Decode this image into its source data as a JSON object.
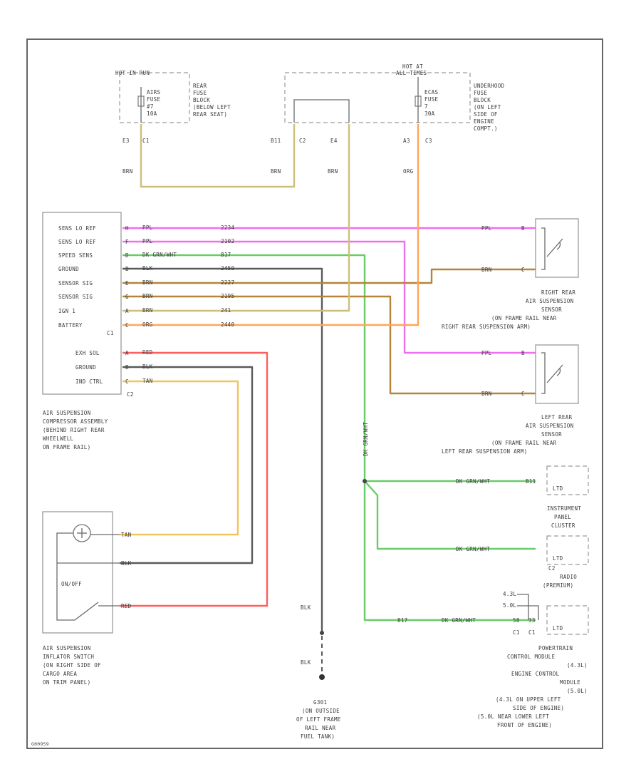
{
  "colors": {
    "ppl": "#f06ef0",
    "brn": "#b5833a",
    "org": "#ffa65a",
    "dkgrnwht": "#68cc68",
    "blk": "#5a5a5a",
    "red": "#ff5e5e",
    "tan": "#f2c45e",
    "yel": "#cdbf7a"
  },
  "fuse_rear": {
    "header": "HOT IN RUN",
    "fuse": [
      "AIRS",
      "FUSE",
      "#7",
      "10A"
    ],
    "location": [
      "REAR",
      "FUSE",
      "BLOCK",
      "(BELOW LEFT",
      "REAR SEAT)"
    ],
    "pins": [
      "E3",
      "C1"
    ]
  },
  "fuse_under": {
    "header": [
      "HOT AT",
      "ALL TIMES"
    ],
    "fuse": [
      "ECAS",
      "FUSE",
      "7",
      "30A"
    ],
    "location": [
      "UNDERHOOD",
      "FUSE",
      "BLOCK",
      "(ON LEFT",
      "SIDE OF",
      "ENGINE",
      "COMPT.)"
    ],
    "pins_left": [
      "B11",
      "C2"
    ],
    "pin_mid": "E4",
    "pins_right": [
      "A3",
      "C3"
    ]
  },
  "wire_labels_top": [
    "BRN",
    "BRN",
    "BRN",
    "ORG"
  ],
  "compressor": {
    "rows": [
      "SENS LO REF",
      "SENS LO REF",
      "SPEED SENS",
      "GROUND",
      "SENSOR SIG",
      "SENSOR SIG",
      "IGN 1",
      "BATTERY"
    ],
    "rows2": [
      "EXH SOL",
      "GROUND",
      "IND CTRL"
    ],
    "conn1": "C1",
    "conn2": "C2",
    "pins1": [
      "H",
      "F",
      "D",
      "B",
      "E",
      "G",
      "A",
      "C"
    ],
    "pins2": [
      "A",
      "B",
      "C"
    ],
    "colors1": [
      "PPL",
      "PPL",
      "DK GRN/WHT",
      "BLK",
      "BRN",
      "BRN",
      "BRN",
      "ORG"
    ],
    "circuits1": [
      "2234",
      "2102",
      "817",
      "2450",
      "2227",
      "2195",
      "241",
      "2440"
    ],
    "colors2": [
      "RED",
      "BLK",
      "TAN"
    ],
    "label": [
      "AIR SUSPENSION",
      "COMPRESSOR ASSEMBLY",
      "(BEHIND RIGHT REAR",
      "WHEELWELL",
      "ON FRAME RAIL)"
    ]
  },
  "right_sensor": {
    "wires": [
      "PPL",
      "BRN"
    ],
    "pins": [
      "B",
      "C"
    ],
    "label": [
      "RIGHT REAR",
      "AIR SUSPENSION",
      "SENSOR",
      "(ON FRAME RAIL NEAR",
      "RIGHT REAR SUSPENSION ARM)"
    ]
  },
  "left_sensor": {
    "wires": [
      "PPL",
      "BRN"
    ],
    "pins": [
      "B",
      "C"
    ],
    "label": [
      "LEFT REAR",
      "AIR SUSPENSION",
      "SENSOR",
      "(ON FRAME RAIL NEAR",
      "LEFT REAR SUSPENSION ARM)"
    ]
  },
  "vertical_wire_label": "DK GRN/WHT",
  "ipc": {
    "wire": "DK GRN/WHT",
    "pin": "B11",
    "box": "LTD",
    "label": [
      "INSTRUMENT",
      "PANEL",
      "CLUSTER"
    ]
  },
  "radio": {
    "wire": "DK GRN/WHT",
    "pin": "C2",
    "box": "LTD",
    "label": [
      "RADIO",
      "(PREMIUM)"
    ]
  },
  "pcm": {
    "circuit": "817",
    "wire": "DK GRN/WHT",
    "engines": [
      "4.3L",
      "5.0L"
    ],
    "pins": [
      "58",
      "33"
    ],
    "conns": [
      "C1",
      "C1"
    ],
    "box": "LTD",
    "label": [
      "POWERTRAIN",
      "CONTROL MODULE",
      "(4.3L)",
      "ENGINE CONTROL",
      "MODULE",
      "(5.0L)",
      "(4.3L ON UPPER LEFT",
      "SIDE OF ENGINE)",
      "(5.0L NEAR LOWER LEFT",
      "FRONT OF ENGINE)"
    ]
  },
  "switch": {
    "wires": [
      "TAN",
      "BLK",
      "RED"
    ],
    "onoff": "ON/OFF",
    "label": [
      "AIR SUSPENSION",
      "INFLATOR SWITCH",
      "(ON RIGHT SIDE OF",
      "CARGO AREA",
      "ON TRIM PANEL)"
    ]
  },
  "ground": {
    "wires": [
      "BLK",
      "BLK"
    ],
    "label": [
      "G301",
      "(ON OUTSIDE",
      "OF LEFT FRAME",
      "RAIL NEAR",
      "FUEL TANK)"
    ]
  },
  "diagram_id": "G00959"
}
